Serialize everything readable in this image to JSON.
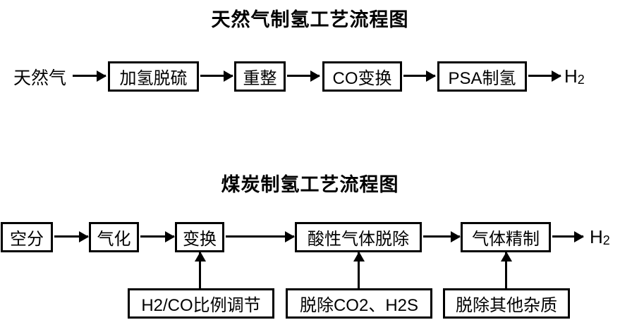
{
  "diagram1": {
    "title": "天然气制氢工艺流程图",
    "input_label": "天然气",
    "steps": [
      "加氢脱硫",
      "重整",
      "CO变换",
      "PSA制氢"
    ],
    "output": {
      "symbol": "H",
      "subscript": "2"
    }
  },
  "diagram2": {
    "title": "煤炭制氢工艺流程图",
    "steps": [
      "空分",
      "气化",
      "变换",
      "酸性气体脱除",
      "气体精制"
    ],
    "output": {
      "symbol": "H",
      "subscript": "2"
    },
    "annotations": [
      {
        "label": "H2/CO比例调节",
        "target": "变换"
      },
      {
        "label": "脱除CO2、H2S",
        "target": "酸性气体脱除"
      },
      {
        "label": "脱除其他杂质",
        "target": "气体精制"
      }
    ]
  },
  "colors": {
    "line": "#000000",
    "text": "#000000",
    "background": "#ffffff"
  }
}
